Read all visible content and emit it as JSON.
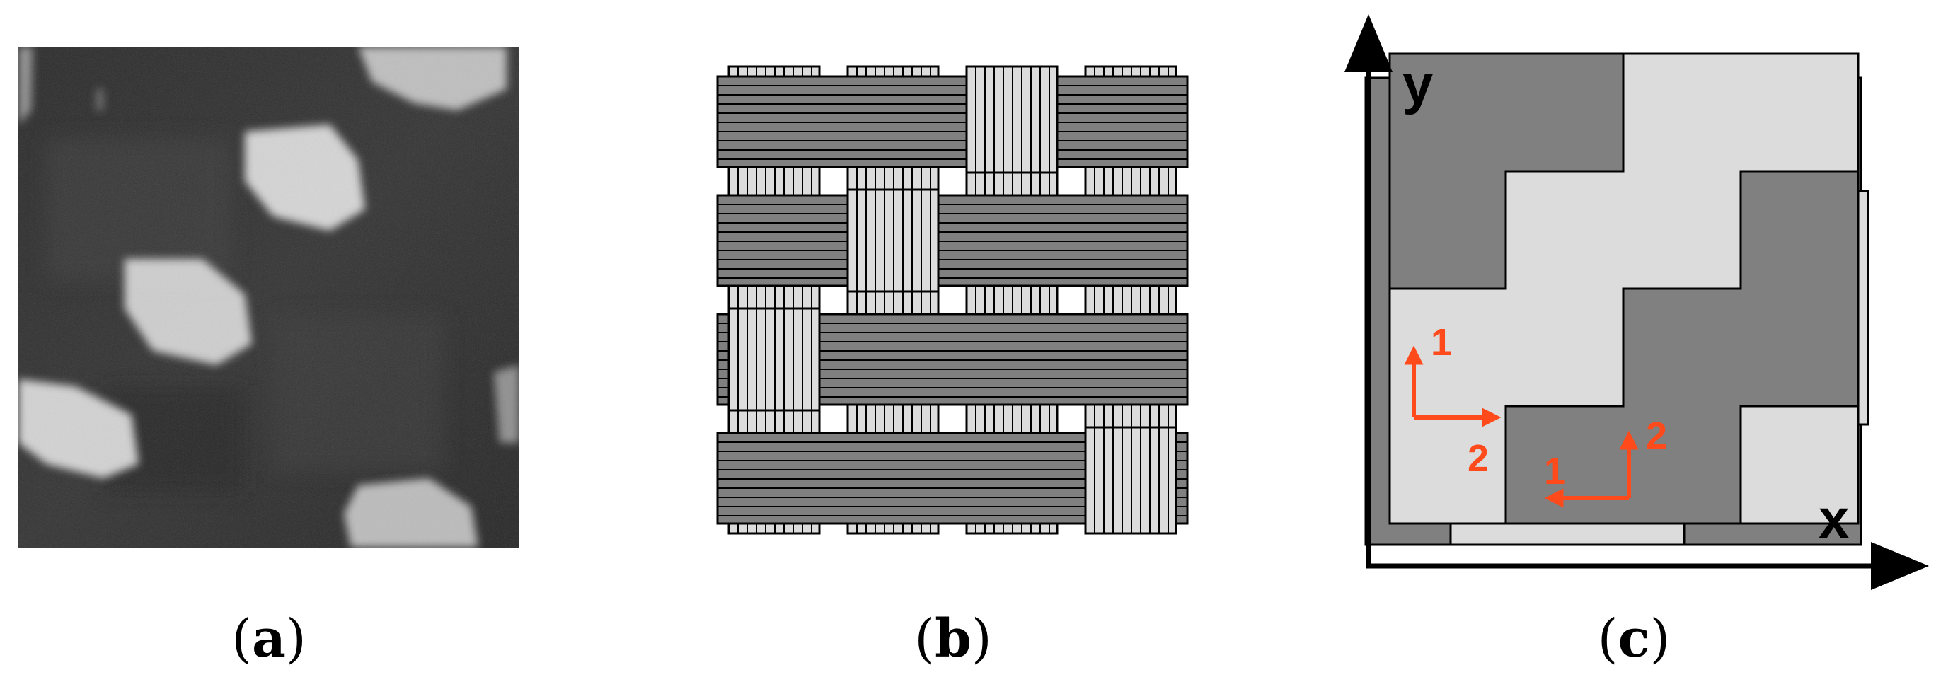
{
  "captions": {
    "a": {
      "open": "(",
      "letter": "a",
      "close": ")"
    },
    "b": {
      "open": "(",
      "letter": "b",
      "close": ")"
    },
    "c": {
      "open": "(",
      "letter": "c",
      "close": ")"
    }
  },
  "panel_c": {
    "y_label": "y",
    "x_label": "x",
    "arrow_group_left": {
      "up_label": "1",
      "right_label": "2"
    },
    "arrow_group_right": {
      "left_label": "1",
      "up_label": "2"
    }
  },
  "colors": {
    "dark_gray": "#808080",
    "light_gray": "#dcdcdc",
    "arrow_orange": "#ff4a1c",
    "outline": "#000000"
  }
}
